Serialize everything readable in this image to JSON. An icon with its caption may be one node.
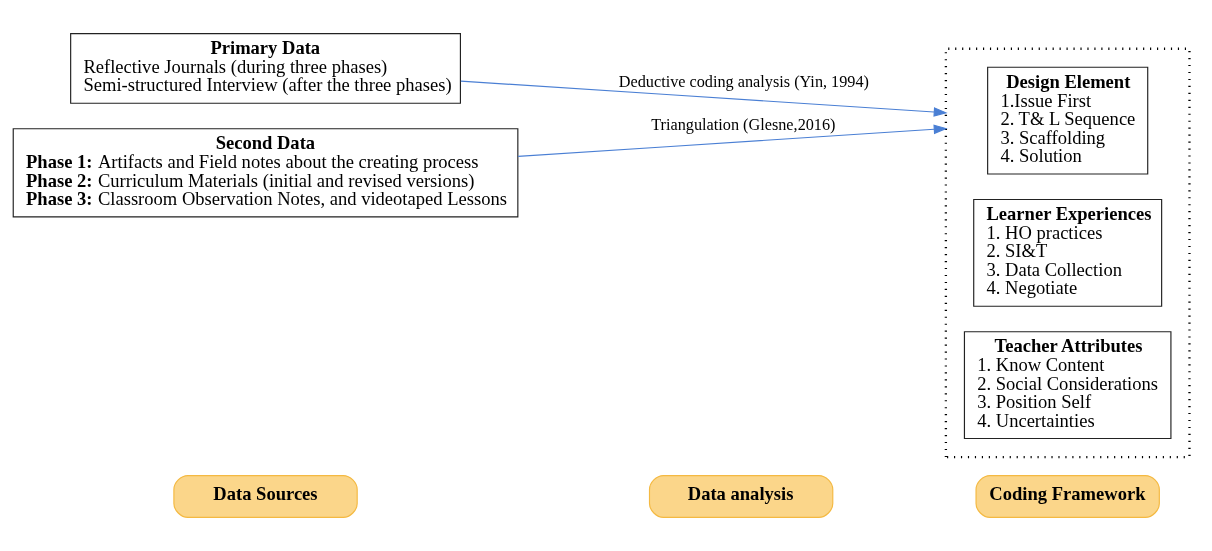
{
  "diagram": {
    "nodes": [
      {
        "text": [
          "Data Sources"
        ]
      },
      {
        "text": [
          "Data analysis"
        ]
      },
      {
        "text": [
          "Coding Framework"
        ]
      },
      {
        "text": [
          "Primary Data",
          "Reflective Journals (during three phases)",
          "Semi-structured Interview (after the three phases)"
        ]
      },
      {
        "text": [
          "Second Data",
          "**Phase 1:** Artifacts and Field notes about the creating process",
          "**Phase 2:** Curriculum Materials (initial and revised versions)",
          "**Phase 3:** Classroom Observation Notes, and videotaped Lessons"
        ]
      },
      {
        "text": [],
        "shape": "box"
      },
      {
        "text": [
          "Design Element",
          "1.Issue First",
          "2. T& L Sequence",
          "3. Scaffolding",
          "4. Solution"
        ],
        "in": 5
      },
      {
        "text": [
          "Learner Experiences",
          "1. HO practices",
          "2. SI&T",
          "3. Data Collection",
          "4. Negotiate"
        ],
        "in": 5
      },
      {
        "text": [
          "Teacher Attributes",
          "1. Know Content",
          "2. Social Considerations",
          "3. Position Self",
          "4. Uncertainties"
        ],
        "in": 5
      }
    ],
    "edges": [
      {
        "from": 3,
        "to": 5,
        "arrow": "to",
        "label": "Deductive coding analysis (Yin, 1994)",
        "color": "#4a7fd4"
      },
      {
        "from": 4,
        "to": 5,
        "arrow": "to",
        "label": "Triangulation (Glesne,2016)",
        "color": "#4a7fd4"
      }
    ]
  }
}
